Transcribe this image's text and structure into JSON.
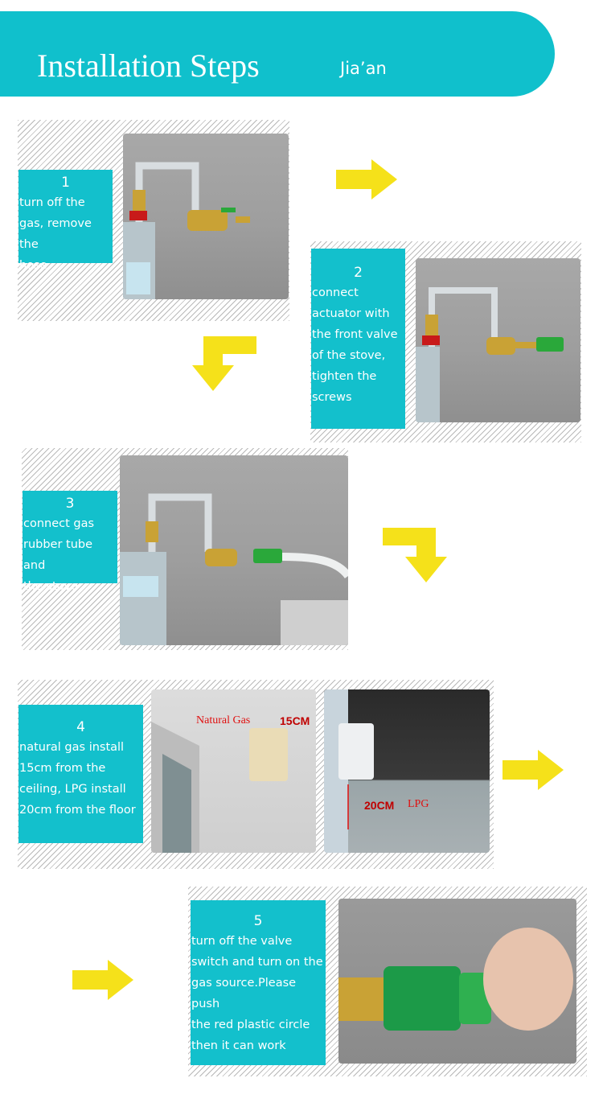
{
  "banner": {
    "title": "Installation Steps",
    "brand": "Jia’an"
  },
  "steps": [
    {
      "number": "1",
      "text": "turn off the\ngas, remove the\nhose"
    },
    {
      "number": "2",
      "text": "connect\nactuator with\nthe front valve\nof the stove,\ntighten the\nscrews"
    },
    {
      "number": "3",
      "text": "connect gas\nrubber tube and\nthe stove"
    },
    {
      "number": "4",
      "text": "natural gas install\n15cm from the\nceiling, LPG install\n20cm from the floor"
    },
    {
      "number": "5",
      "text": "turn off the valve\nswitch and turn on the\ngas source.Please push\nthe red plastic circle\nthen it can work"
    }
  ],
  "photo_labels": {
    "natural_gas": "Natural Gas",
    "natural_gas_distance": "15CM",
    "lpg": "LPG",
    "lpg_distance": "20CM"
  },
  "colors": {
    "accent": "#10c0cc",
    "arrow": "#f5e11a",
    "label_red": "#e01010"
  }
}
